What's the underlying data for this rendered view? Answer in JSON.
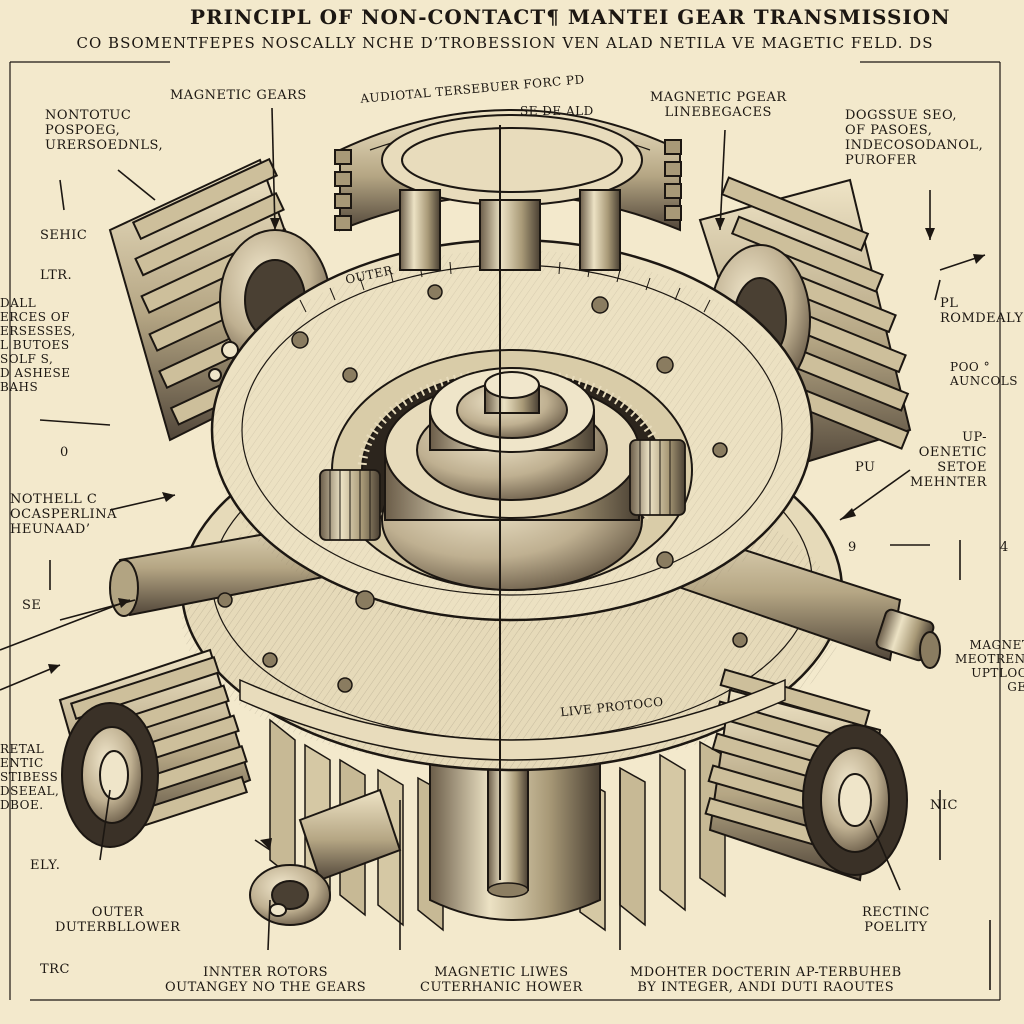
{
  "header": {
    "title": "PRINCIPL OF NON-CONTACT¶ MANTEI GEAR TRANSMISSION",
    "subtitle": "CO BSOMENTFEPES NOSCALLY NCHE D’TROBESSION VEN ALAD NETILA VE MAGETIC FELD. DS"
  },
  "labels": {
    "magnetic_gears": "MAGNETIC GEARS",
    "axial_force": "AUDIOTAL TERSEBUER FORC PD",
    "axial_force_sub": "SE DE ALD",
    "magnetic_pgear": "MAGNETIC PGEAR\nLINEBEGACES",
    "top_left_note": "NONTOTUC\nPOSPOEG,\nURERSOEDNLS,",
    "top_right_note": "DOGSSUE SEO,\nOF PASOES,\nINDECOSODANOL,\nPUROFER",
    "sehic": "SEHIC",
    "ltr": "LTR.",
    "left_note": "DALL\nERCES OF\nERSESSES,\nL BUTOES\nSOLF S,\nD ASHESE\nBAHS",
    "zero": "0",
    "nothell": "NOTHELL C\nOCASPERLINA\nHEUNAAD’",
    "se": "SE",
    "pl_right": "PL\nROMDEALY",
    "po_right": "POO °\nAUNCOLS",
    "up_oenetic": "UP-\nOENETIC\nSETOE\nMEHNTER",
    "pu": "PU",
    "four": "4",
    "nine": "9",
    "magnetic_right": "MAGNETIC\nMEOTRENOE\nUPTLOCAS\nGEAR",
    "retal": "RETAL\nENTIC\nSTIBESS\nDSEEAL,\nDBOE.",
    "ely": "ELY.",
    "outer": "OUTER\nDUTERBLLOWER",
    "trc": "TRC",
    "nic": "NIC",
    "rectinc": "RECTINC\nPOELITY",
    "inner_rotors": "INNTER ROTORS\nOUTANGEY NO THE GEARS",
    "magnetic_lines": "MAGNETIC LIWES\nCUTERHANIC HOWER",
    "mohter": "MDOHTER DOCTERIN AP-TERBUHEB\nBY INTEGER, ANDI DUTI RAOUTES",
    "ring_text_upper": "OUTER",
    "ring_text_lower": "LIVE PROTOCO"
  },
  "palette": {
    "paper": "#f3e9cc",
    "ink": "#1c1712",
    "metal_light": "#e4d8b8",
    "metal_mid": "#b9ab8a",
    "metal_dark": "#5a4e3e"
  }
}
